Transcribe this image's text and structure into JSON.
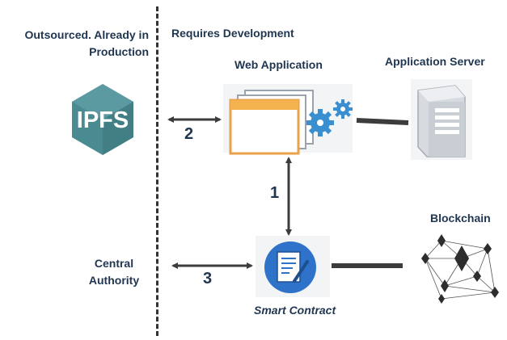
{
  "headers": {
    "left": "Outsourced. Already in Production",
    "right": "Requires Development"
  },
  "nodes": {
    "ipfs": "IPFS",
    "web_application": "Web Application",
    "application_server": "Application Server",
    "blockchain": "Blockchain",
    "central_authority": "Central Authority",
    "smart_contract": "Smart Contract"
  },
  "edges": {
    "one": "1",
    "two": "2",
    "three": "3"
  },
  "icons": {
    "ipfs": "ipfs-hexagon-logo",
    "web_application": "browser-window-gears-icon",
    "application_server": "server-tower-icon",
    "smart_contract": "document-pen-icon",
    "blockchain": "ethereum-network-icon"
  },
  "colors": {
    "text": "#1f3550",
    "ipfs": "#4a8b91",
    "gears": "#3a8fd0",
    "window_frame": "#e8a24a",
    "smart_contract": "#2e73c9",
    "connector": "#3c3c3c"
  }
}
